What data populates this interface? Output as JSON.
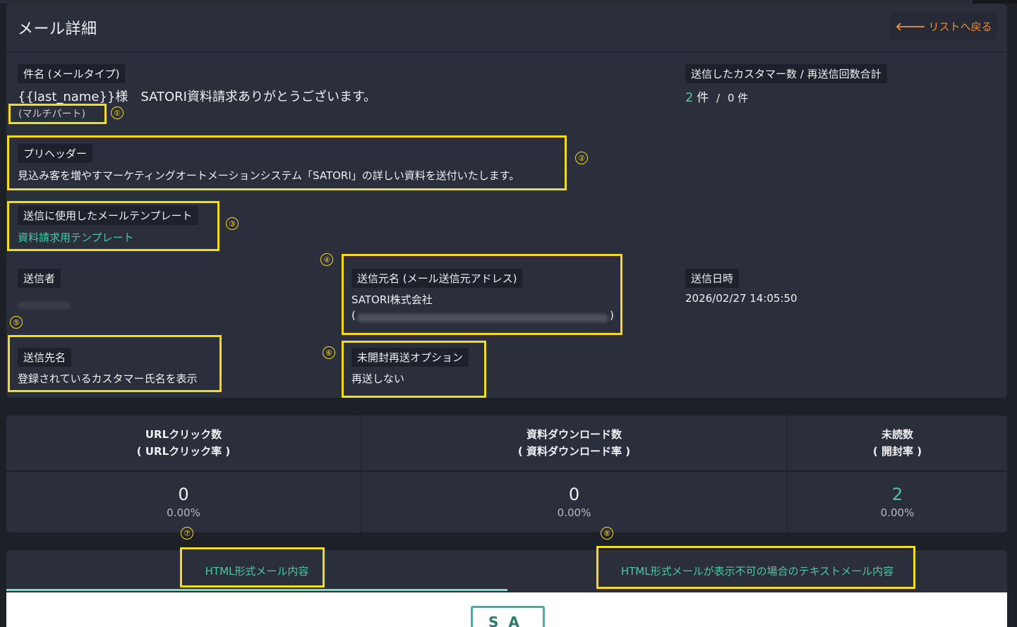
{
  "page": {
    "title": "メール詳細",
    "back_label": "リストへ戻る",
    "back_icon": "arrow-left-icon"
  },
  "subject": {
    "label": "件名 (メールタイプ)",
    "value": "{{last_name}}様　SATORI資料請求ありがとうございます。",
    "type": "(マルチパート)"
  },
  "sent_count": {
    "label": "送信したカスタマー数 / 再送信回数合計",
    "customers": "2",
    "unit1": "件",
    "sep": "/",
    "resends": "0",
    "unit2": "件"
  },
  "preheader": {
    "label": "プリヘッダー",
    "value": "見込み客を増やすマーケティングオートメーションシステム「SATORI」の詳しい資料を送付いたします。"
  },
  "template": {
    "label": "送信に使用したメールテンプレート",
    "value": "資料請求用テンプレート"
  },
  "sender": {
    "label": "送信者"
  },
  "from_name": {
    "label": "送信元名 (メール送信元アドレス)",
    "value": "SATORI株式会社",
    "open": "(",
    "close": ")"
  },
  "sent_at": {
    "label": "送信日時",
    "value": "2026/02/27 14:05:50"
  },
  "recipient_name": {
    "label": "送信先名",
    "value": "登録されているカスタマー氏名を表示"
  },
  "resend_option": {
    "label": "未開封再送オプション",
    "value": "再送しない"
  },
  "stats": [
    {
      "head1": "URLクリック数",
      "head2": "( URLクリック率 )",
      "count": "0",
      "rate": "0.00%"
    },
    {
      "head1": "資料ダウンロード数",
      "head2": "( 資料ダウンロード率 )",
      "count": "0",
      "rate": "0.00%"
    },
    {
      "head1": "未読数",
      "head2": "( 開封率 )",
      "count": "2",
      "rate": "0.00%"
    }
  ],
  "tabs": [
    {
      "label": "HTML形式メール内容",
      "active": true
    },
    {
      "label": "HTML形式メールが表示不可の場合のテキストメール内容",
      "active": false
    }
  ],
  "preview": {
    "logo_text": "SA"
  },
  "annotations": [
    "①",
    "②",
    "③",
    "④",
    "⑤",
    "⑥",
    "⑦",
    "⑧"
  ],
  "colors": {
    "accent_green": "#48c9a4",
    "back_orange": "#f08a2c",
    "highlight_yellow": "#f6dc15",
    "panel": "#2b2e3b",
    "background": "#1e2028"
  }
}
